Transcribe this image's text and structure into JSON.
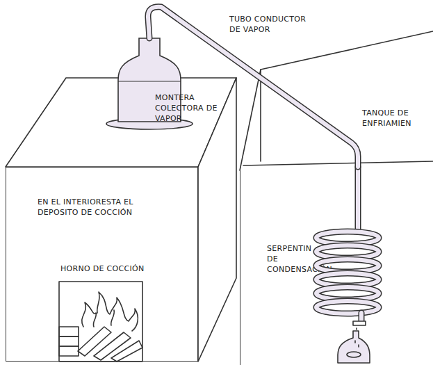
{
  "diagram": {
    "nodes": [
      {
        "text": [
          "MONTERA COLECTORA DE VAPOR"
        ]
      },
      {
        "text": [
          "EN EL INTERIORESTA EL DEPOSITO DE COCCIÓN",
          "HORNO DE COCCIÓN"
        ]
      },
      {
        "text": [
          "TANQUE DE ENFRIAMIEN",
          "SERPENTIN DE CONDENSACIÓN"
        ]
      }
    ],
    "edges": [
      {
        "from": 0,
        "to": 2,
        "arrow": "none",
        "label": "TUBO CONDUCTOR DE VAPOR"
      }
    ]
  }
}
